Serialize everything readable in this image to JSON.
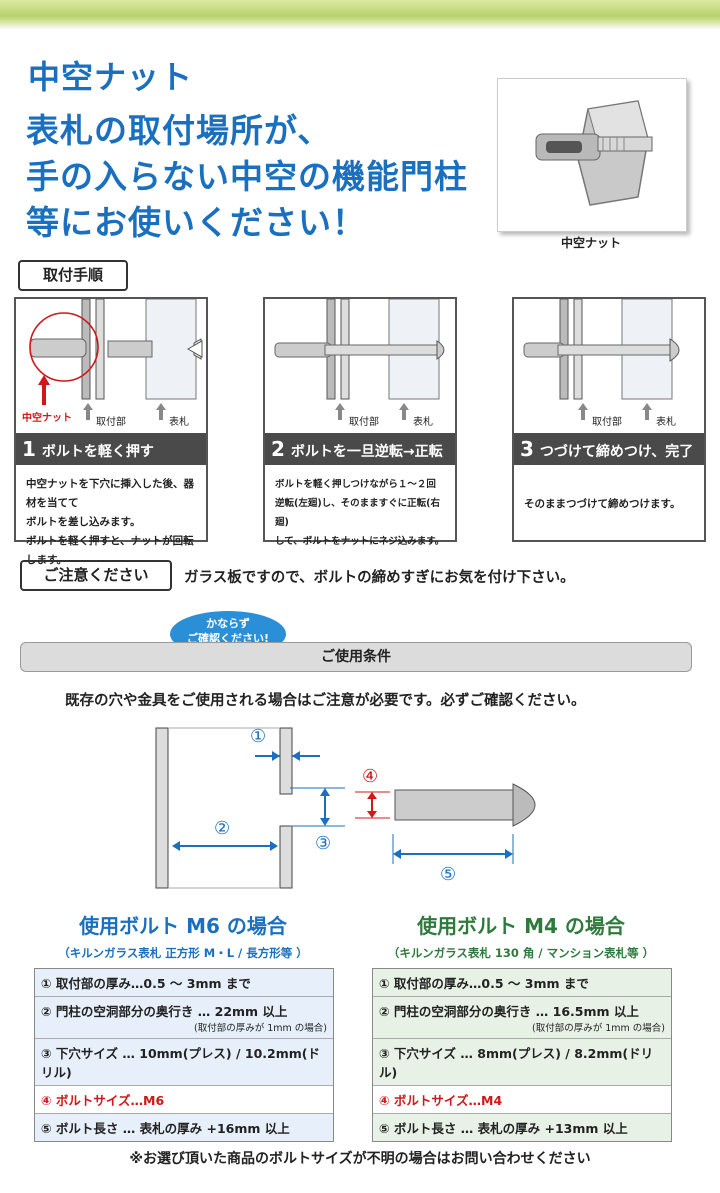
{
  "header": {
    "title": "中空ナット",
    "lines": [
      "表札の取付場所が、",
      "手の入らない中空の機能門柱",
      "等にお使いください！"
    ],
    "photo_caption": "中空ナット"
  },
  "procedure": {
    "tab_label": "取付手順",
    "steps": [
      {
        "num": "1",
        "title": "ボルトを軽く押す",
        "lines": [
          "中空ナットを下穴に挿入した後、器材を当てて",
          "ボルトを差し込みます。",
          "ボルトを軽く押すと、ナットが回転します。"
        ],
        "labels": [
          "取付部",
          "表札",
          "中空ナット"
        ]
      },
      {
        "num": "2",
        "title": "ボルトを一旦逆転→正転",
        "lines": [
          "ボルトを軽く押しつけながら１～２回",
          "逆転(左廻)し、そのまますぐに正転(右廻)",
          "して、ボルトをナットにネジ込みます。"
        ],
        "labels": [
          "取付部",
          "表札"
        ]
      },
      {
        "num": "3",
        "title": "つづけて締めつけ、完了",
        "lines": [
          "そのままつづけて締めつけます。"
        ],
        "labels": [
          "取付部",
          "表札"
        ]
      }
    ]
  },
  "caution": {
    "tab_label": "ご注意ください",
    "text": "ガラス板ですので、ボルトの締めすぎにお気を付け下さい。"
  },
  "conditions": {
    "bubble_lines": [
      "かならず",
      "ご確認ください!"
    ],
    "bar_label": "ご使用条件",
    "note": "既存の穴や金具をご使用される場合はご注意が必要です。必ずご確認ください。",
    "diagram_numbers": [
      "①",
      "②",
      "③",
      "④",
      "⑤"
    ]
  },
  "m6": {
    "title": "使用ボルト M6 の場合",
    "subtitle": "（キルンガラス表札 正方形 M・L / 長方形等 ）",
    "rows": [
      {
        "text": "① 取付部の厚み…0.5 ～ 3mm まで",
        "sub": "",
        "red": false
      },
      {
        "text": "② 門柱の空洞部分の奥行き … 22mm 以上",
        "sub": "(取付部の厚みが 1mm の場合)",
        "red": false
      },
      {
        "text": "③ 下穴サイズ … 10mm(プレス) / 10.2mm(ドリル)",
        "sub": "",
        "red": false
      },
      {
        "text": "④ ボルトサイズ…M6",
        "sub": "",
        "red": true
      },
      {
        "text": "⑤ ボルト長さ … 表札の厚み +16mm 以上",
        "sub": "",
        "red": false
      }
    ]
  },
  "m4": {
    "title": "使用ボルト M4 の場合",
    "subtitle": "（キルンガラス表札 130 角 / マンション表札等 ）",
    "rows": [
      {
        "text": "① 取付部の厚み…0.5 ～ 3mm まで",
        "sub": "",
        "red": false
      },
      {
        "text": "② 門柱の空洞部分の奥行き … 16.5mm 以上",
        "sub": "(取付部の厚みが 1mm の場合)",
        "red": false
      },
      {
        "text": "③ 下穴サイズ … 8mm(プレス) / 8.2mm(ドリル)",
        "sub": "",
        "red": false
      },
      {
        "text": "④ ボルトサイズ…M4",
        "sub": "",
        "red": true
      },
      {
        "text": "⑤ ボルト長さ … 表札の厚み +13mm 以上",
        "sub": "",
        "red": false
      }
    ]
  },
  "footnote": "※お選び頂いた商品のボルトサイズが不明の場合はお問い合わせください",
  "colors": {
    "blue": "#1a6fbf",
    "green": "#2e7a3c",
    "red": "#d01818",
    "m6_fill": "#e6effa",
    "m4_fill": "#e8f1e6"
  }
}
